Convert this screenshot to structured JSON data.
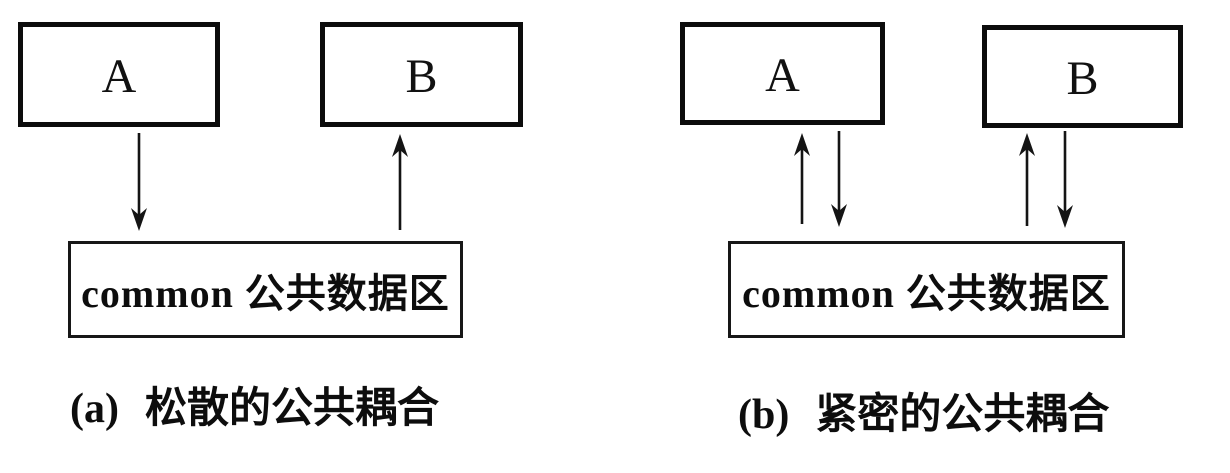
{
  "figure": {
    "background_color": "#ffffff",
    "line_color": "#141414",
    "panels": [
      {
        "module_a_label": "A",
        "module_b_label": "B",
        "common_box_label": "common 公共数据区",
        "caption_index": "(a)",
        "caption_text": "松散的公共耦合",
        "arrows": "A→common, common→B"
      },
      {
        "module_a_label": "A",
        "module_b_label": "B",
        "common_box_label": "common 公共数据区",
        "caption_index": "(b)",
        "caption_text": "紧密的公共耦合",
        "arrows": "A⇄common, B⇄common"
      }
    ]
  }
}
